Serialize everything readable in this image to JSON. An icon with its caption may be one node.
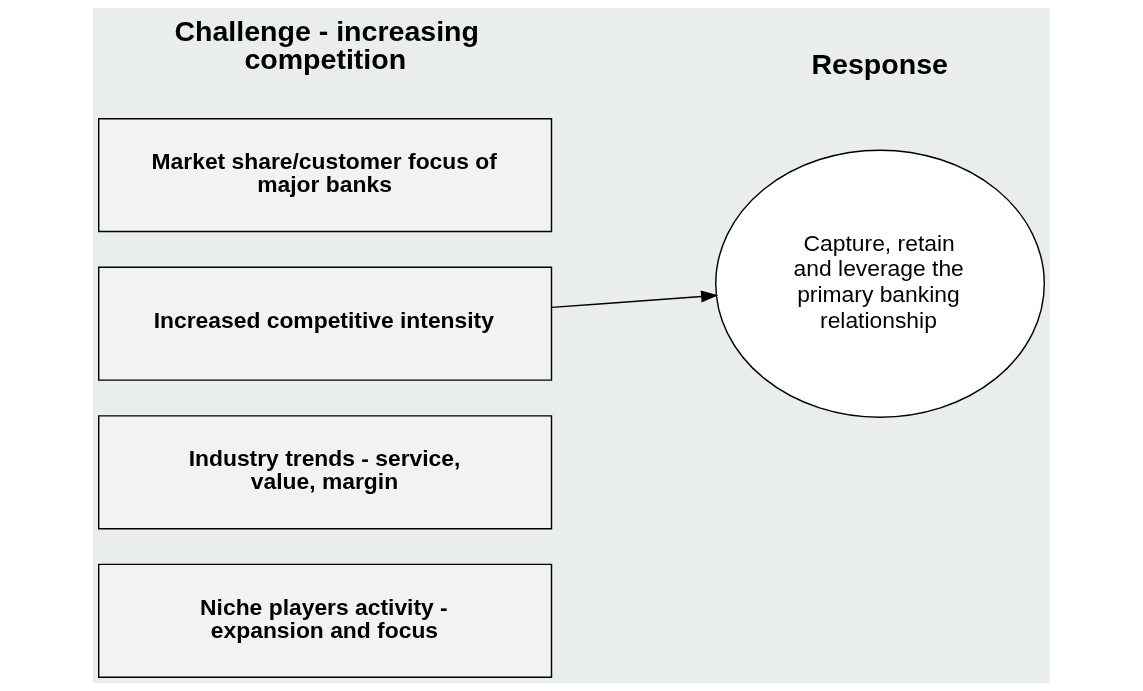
{
  "diagram": {
    "nodes": [
      {
        "text": [
          "Market share/customer focus of major banks"
        ]
      },
      {
        "text": [
          "Increased competitive intensity"
        ]
      },
      {
        "text": [
          "Industry trends - service, value, margin"
        ]
      },
      {
        "text": [
          "Niche players activity - expansion and focus"
        ]
      },
      {
        "text": [
          "Capture, retain and leverage the primary banking relationship"
        ]
      }
    ],
    "edges": [
      {
        "from": 1,
        "to": 4,
        "arrow": "to"
      }
    ],
    "labels": [
      "Challenge - increasing competition",
      "Response"
    ]
  }
}
